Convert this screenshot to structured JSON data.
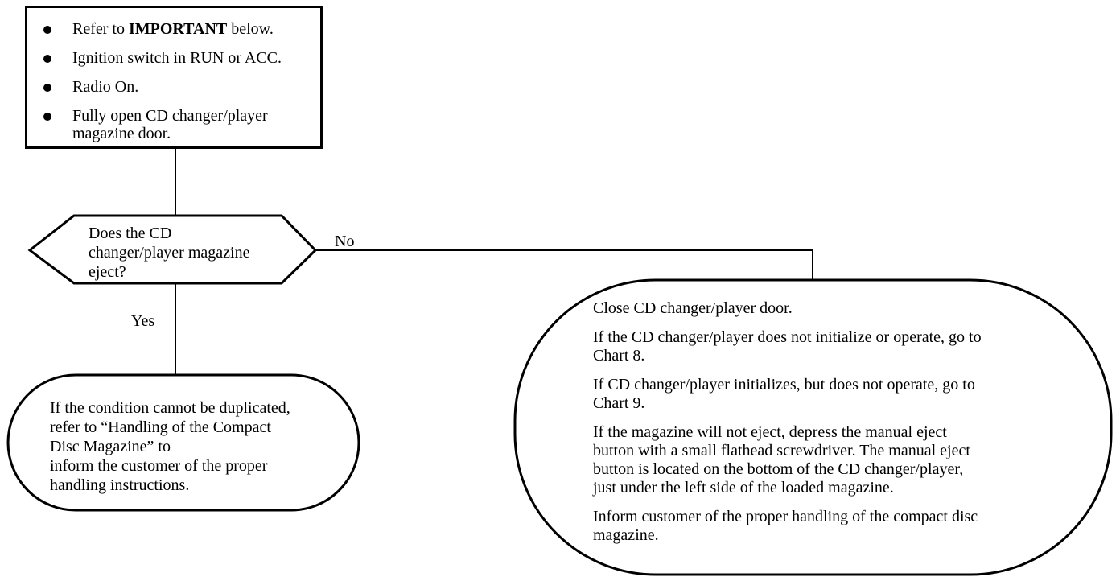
{
  "start_box": {
    "items": [
      {
        "prefix": "Refer to ",
        "bold": "IMPORTANT",
        "suffix": " below."
      },
      {
        "text": "Ignition switch in RUN or ACC."
      },
      {
        "text": "Radio On."
      },
      {
        "text_line1": "Fully open CD changer/player",
        "text_line2": "magazine door."
      }
    ]
  },
  "decision": {
    "lines": [
      "Does the CD",
      "changer/player magazine",
      "eject?"
    ]
  },
  "labels": {
    "no": "No",
    "yes": "Yes"
  },
  "left_end": {
    "lines": [
      "If the condition cannot be duplicated,",
      "refer to “Handling of the Compact",
      "Disc Magazine” to",
      "inform the customer of the proper",
      "handling instructions."
    ]
  },
  "right_end": {
    "paragraphs": [
      {
        "lines": [
          "Close CD changer/player door."
        ]
      },
      {
        "lines": [
          "If the CD changer/player does not initialize or operate, go to",
          "Chart 8."
        ]
      },
      {
        "lines": [
          "If CD changer/player initializes, but does not operate, go to",
          "Chart 9."
        ]
      },
      {
        "lines": [
          "If the magazine will not eject, depress the manual eject",
          "button with a small flathead screwdriver. The manual eject",
          "button is located on the bottom of the CD changer/player,",
          "just under the left side of the loaded magazine."
        ]
      },
      {
        "lines": [
          "Inform customer of the proper handling of the compact disc",
          "magazine."
        ]
      }
    ]
  }
}
